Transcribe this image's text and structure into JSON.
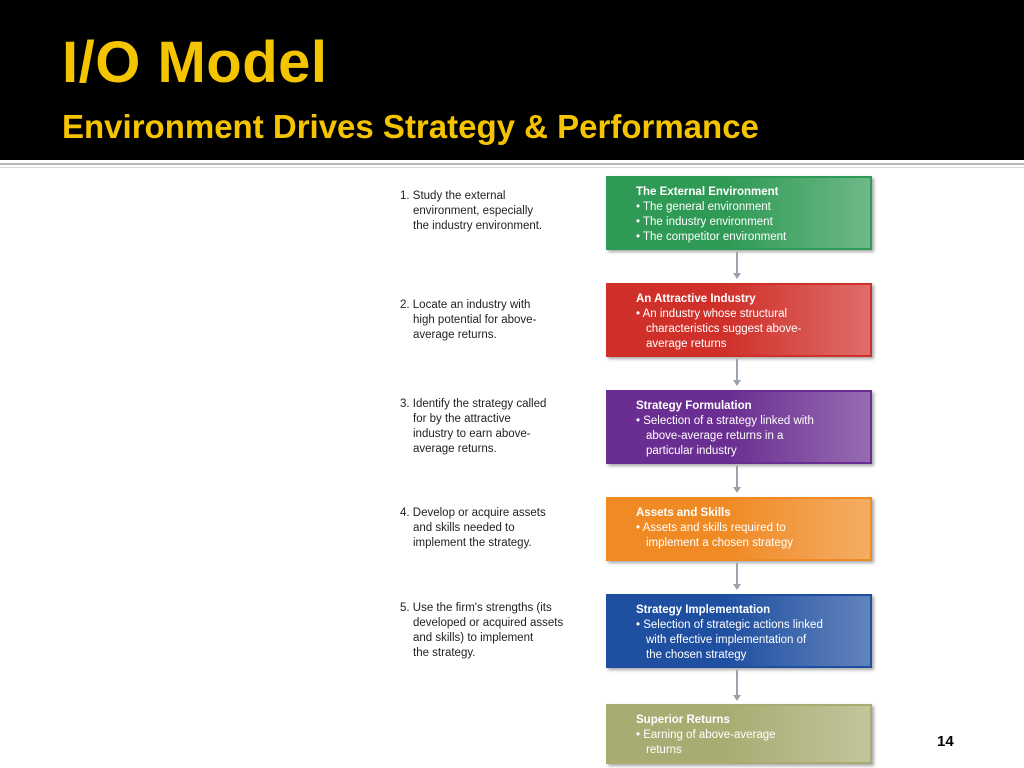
{
  "slide": {
    "title": "I/O Model",
    "subtitle": "Environment Drives Strategy & Performance",
    "page_number": "14"
  },
  "steps": [
    {
      "lines": [
        "1. Study the external",
        "environment, especially",
        "the industry environment."
      ]
    },
    {
      "lines": [
        "2. Locate an industry with",
        "high potential for above-",
        "average returns."
      ]
    },
    {
      "lines": [
        "3. Identify the strategy called",
        "for by the attractive",
        "industry to earn above-",
        "average returns."
      ]
    },
    {
      "lines": [
        "4. Develop or acquire assets",
        "and skills needed to",
        "implement the strategy."
      ]
    },
    {
      "lines": [
        "5. Use the firm's strengths (its",
        "developed or acquired assets",
        "and skills) to implement",
        "the strategy."
      ]
    }
  ],
  "boxes": [
    {
      "title": "The External Environment",
      "color": "#2f9a55",
      "lines": [
        "• The general environment",
        "• The industry environment",
        "• The competitor environment"
      ]
    },
    {
      "title": "An Attractive Industry",
      "color": "#d0302a",
      "lines": [
        "• An industry whose structural",
        "characteristics suggest above-",
        "average returns"
      ]
    },
    {
      "title": "Strategy Formulation",
      "color": "#6a2d91",
      "lines": [
        "• Selection of a strategy linked with",
        "above-average returns in a",
        "particular industry"
      ]
    },
    {
      "title": "Assets and Skills",
      "color": "#f08a24",
      "lines": [
        "• Assets and skills required to",
        "implement a chosen strategy"
      ]
    },
    {
      "title": "Strategy Implementation",
      "color": "#1f4fa0",
      "lines": [
        "• Selection of strategic actions linked",
        "with effective implementation of",
        "the chosen strategy"
      ]
    },
    {
      "title": "Superior Returns",
      "color": "#a9ac72",
      "lines": [
        "• Earning of above-average",
        "returns"
      ]
    }
  ]
}
